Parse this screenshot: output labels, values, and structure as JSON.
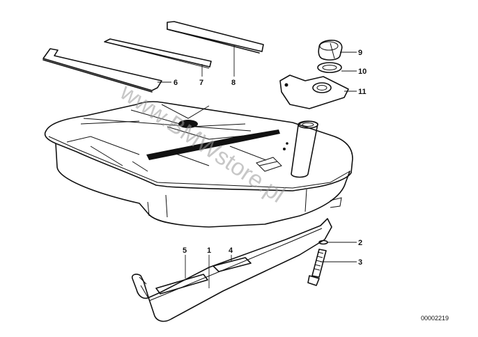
{
  "watermark": "www.BMWstore.pl",
  "reference_number": "00002219",
  "callouts": {
    "c1": "1",
    "c2": "2",
    "c3": "3",
    "c4": "4",
    "c5": "5",
    "c6": "6",
    "c7": "7",
    "c8": "8",
    "c9": "9",
    "c10": "10",
    "c11": "11"
  }
}
